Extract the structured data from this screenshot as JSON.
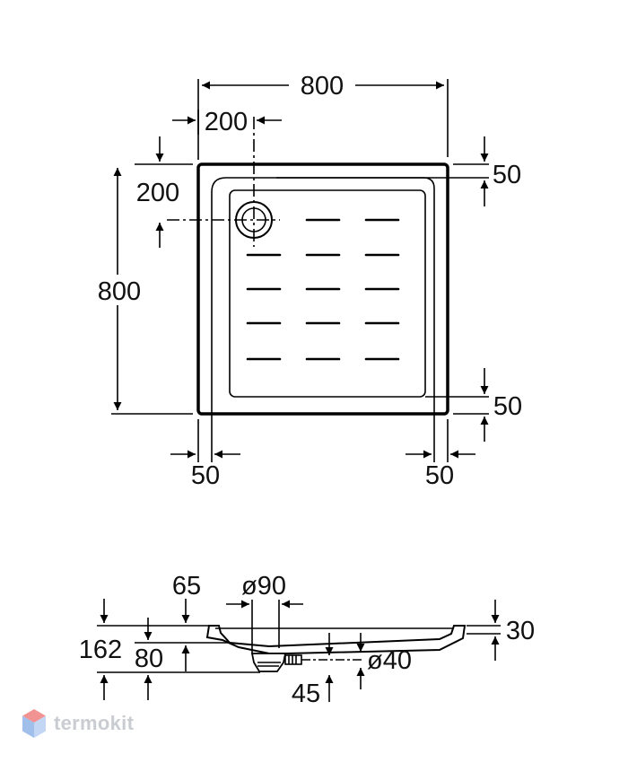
{
  "top_view": {
    "width_label": "800",
    "height_label": "800",
    "drain_offset_x_label": "200",
    "drain_offset_y_label": "200",
    "margin_top_label": "50",
    "margin_bottom_label": "50",
    "margin_left_label": "50",
    "margin_right_label": "50"
  },
  "section_view": {
    "total_height_label": "162",
    "base_height_label": "80",
    "drain_depth_label": "65",
    "drain_diameter_label": "ø90",
    "rim_height_label": "30",
    "outlet_diameter_label": "ø40",
    "outlet_height_label": "45"
  },
  "watermark": {
    "text": "termokit"
  },
  "colors": {
    "line": "#000000",
    "logo_top": "#f08080",
    "logo_side": "#8fb4e8",
    "logo_text": "#c9ccd1"
  }
}
